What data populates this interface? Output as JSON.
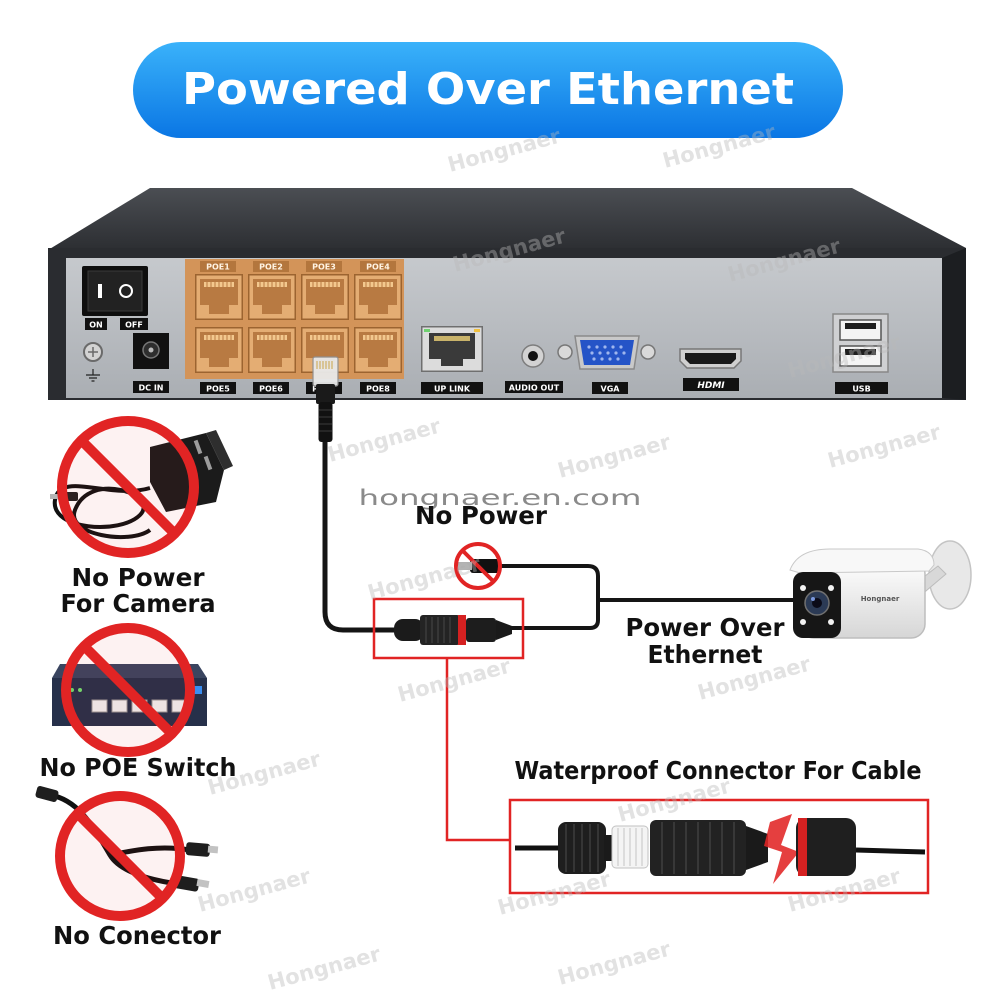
{
  "banner": {
    "title": "Powered Over Ethernet"
  },
  "website": "hongnaer.en.com",
  "watermark": "Hongnaer",
  "nvr": {
    "on_label": "ON",
    "off_label": "OFF",
    "dc_in_label": "DC IN",
    "poe_top": [
      "POE1",
      "POE2",
      "POE3",
      "POE4"
    ],
    "poe_bottom": [
      "POE5",
      "POE6",
      "POE7",
      "POE8"
    ],
    "uplink_label": "UP LINK",
    "audio_out_label": "AUDIO OUT",
    "vga_label": "VGA",
    "hdmi_label": "HDMI",
    "usb_label": "USB"
  },
  "wiring": {
    "dc_plug_label": "No Power",
    "camera_feed_label": [
      "Power Over",
      "Ethernet"
    ],
    "connector_callout": "Waterproof Connector For Cable"
  },
  "left_items": [
    {
      "lines": [
        "No Power",
        "For Camera"
      ],
      "icon": "power-adapter-icon"
    },
    {
      "lines": [
        "No POE Switch"
      ],
      "icon": "network-switch-icon"
    },
    {
      "lines": [
        "No Conector"
      ],
      "icon": "splitter-cable-icon"
    }
  ],
  "camera": {
    "brand": "Hongnaer"
  },
  "colors": {
    "banner_blue": "#1a8ff2",
    "accent_red": "#e12424",
    "poe_copper": "#d39459",
    "panel_gray": "#b9bcc0",
    "chassis_dark": "#2a2c30"
  }
}
